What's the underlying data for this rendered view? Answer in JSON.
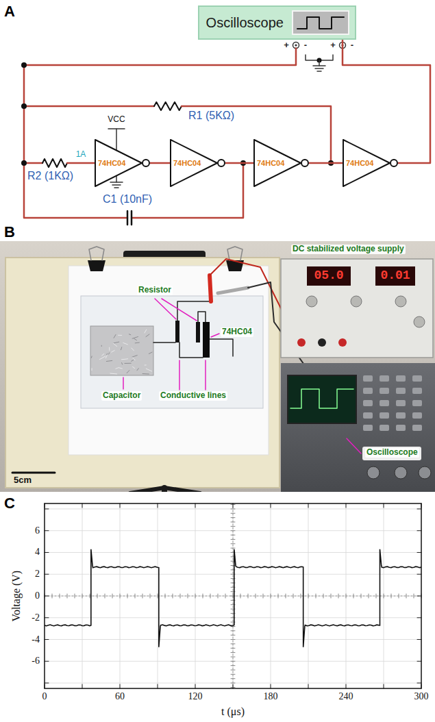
{
  "diagram": {
    "nodes": [
      {
        "text": [
          "Oscilloscope"
        ]
      },
      {
        "text": [
          "74HC04"
        ]
      },
      {
        "text": [
          "74HC04"
        ]
      },
      {
        "text": [
          "74HC04"
        ]
      },
      {
        "text": [
          "74HC04"
        ]
      }
    ],
    "edges": [
      {
        "from": 1,
        "to": 2,
        "arrow": "none"
      },
      {
        "from": 2,
        "to": 3,
        "arrow": "none"
      },
      {
        "from": 3,
        "to": 4,
        "arrow": "none"
      },
      {
        "from": 4,
        "to": 0,
        "arrow": "none"
      }
    ],
    "labels": [
      "A",
      "+",
      "-",
      "+",
      "-",
      "R1 (5KΩ)",
      "VCC",
      "1A",
      "R2 (1KΩ)",
      "C1 (10nF)",
      "B",
      "Resistor",
      "74HC04",
      "Capacitor",
      "Conductive lines",
      "DC stabilized voltage supply",
      "05.0",
      "0.01",
      "Oscilloscope",
      "5cm",
      "C",
      "Voltage (V)",
      "t (μs)",
      "0",
      "60",
      "120",
      "180",
      "240",
      "300",
      "6",
      "4",
      "2",
      "0",
      "-2",
      "-4",
      "-6"
    ]
  }
}
